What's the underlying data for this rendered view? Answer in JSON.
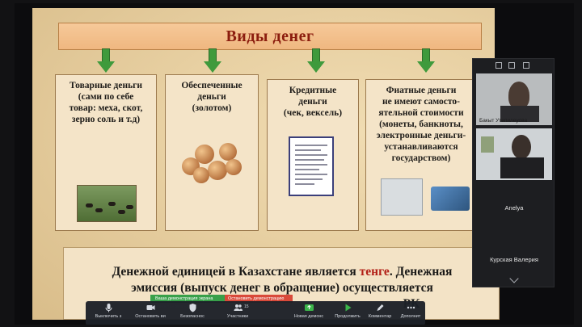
{
  "slide": {
    "title": "Виды денег",
    "boxes": [
      {
        "lines": [
          "Товарные деньги",
          "(сами по себе",
          "товар: меха, скот,",
          "зерно соль и т.д)"
        ]
      },
      {
        "lines": [
          "Обеспеченные",
          "деньги",
          "(золотом)"
        ]
      },
      {
        "lines": [
          "Кредитные",
          "деньги",
          "(чек, вексель)"
        ]
      },
      {
        "lines": [
          "Фиатные деньги",
          "не имеют самосто-",
          "ятельной стоимости",
          "(монеты, банкноты,",
          "электронные деньги-",
          "устанавливаются",
          "государством)"
        ]
      }
    ],
    "bottom_line1_a": "Денежной единицей в Казахстане является ",
    "bottom_line1_accent": "тенге",
    "bottom_line1_b": ". Денежная",
    "bottom_line2": "эмиссия (выпуск денег в обращение) осуществляется",
    "bottom_line3_fragment": "РК",
    "colors": {
      "title_text": "#8c1d0e",
      "accent_text": "#b21f16",
      "arrow": "#3f9a3c"
    }
  },
  "share": {
    "banner_text": "Ваша демонстрация экрана приостановлена",
    "stop_text": "Остановить демонстрацию"
  },
  "toolbar": {
    "items": [
      {
        "label": "Выключить з",
        "icon": "microphone-icon"
      },
      {
        "label": "Остановить ви",
        "icon": "video-camera-icon"
      },
      {
        "label": "Безопаснос",
        "icon": "shield-icon"
      },
      {
        "label": "Участники",
        "icon": "participants-icon",
        "count": "15"
      },
      {
        "label": "Новая демонс",
        "icon": "share-screen-icon"
      },
      {
        "label": "Продолжить",
        "icon": "play-icon"
      },
      {
        "label": "Комментар",
        "icon": "pen-icon"
      },
      {
        "label": "Дополнит",
        "icon": "more-icon"
      }
    ]
  },
  "participants": {
    "tiles": [
      {
        "name": "Бакыт Утепилеуова"
      },
      {
        "name": ""
      }
    ],
    "name_only": [
      "Anelya",
      "Курская Валерия"
    ]
  }
}
